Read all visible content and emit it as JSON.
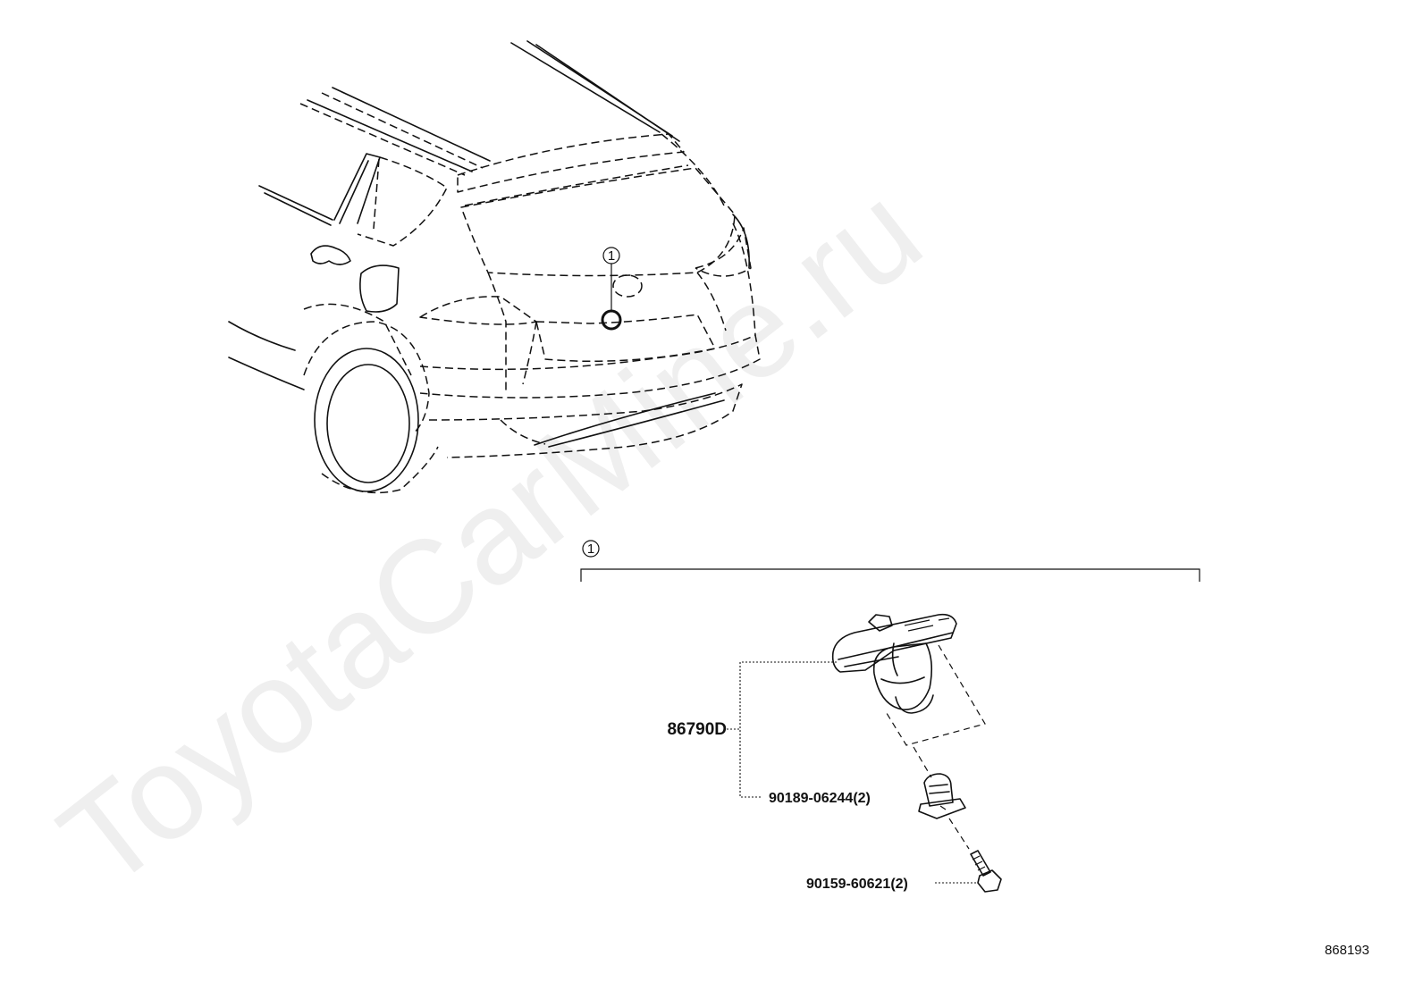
{
  "watermark": "ToyotaCarMine.ru",
  "diagram_id": "868193",
  "callouts": [
    {
      "id": "callout-vehicle",
      "number": "1"
    },
    {
      "id": "callout-assembly",
      "number": "1"
    }
  ],
  "parts": [
    {
      "id": "camera-assembly",
      "number": "86790D"
    },
    {
      "id": "clip",
      "number": "90189-06244(2)"
    },
    {
      "id": "screw",
      "number": "90159-60621(2)"
    }
  ]
}
